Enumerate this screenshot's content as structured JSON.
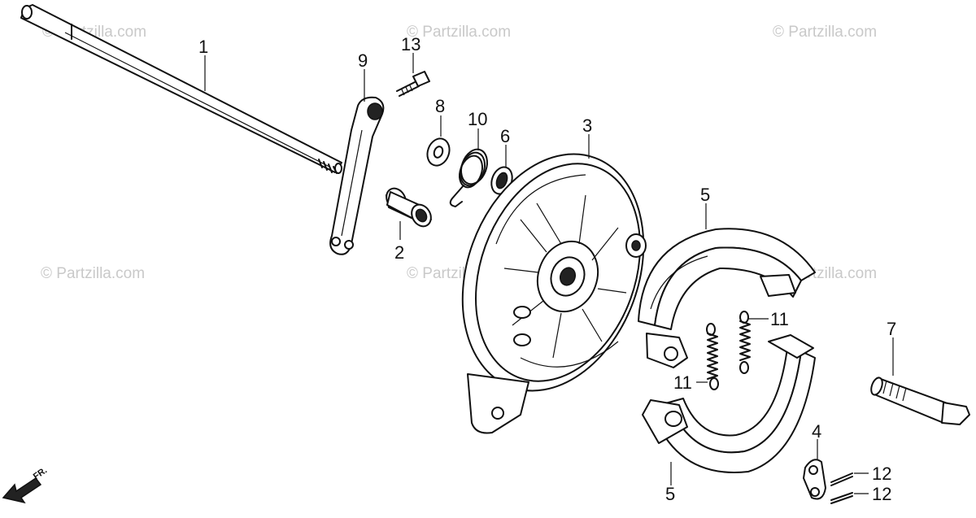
{
  "watermarks": [
    "© Partzilla.com",
    "© Partzilla.com",
    "© Partzilla.com",
    "© Partzilla.com",
    "© Partzilla.com",
    "© Partzilla.com"
  ],
  "callouts": {
    "c1": "1",
    "c9": "9",
    "c13": "13",
    "c8": "8",
    "c10": "10",
    "c6": "6",
    "c3": "3",
    "c2": "2",
    "c5a": "5",
    "c5b": "5",
    "c11a": "11",
    "c11b": "11",
    "c7": "7",
    "c4": "4",
    "c12a": "12",
    "c12b": "12"
  },
  "direction_marker": "FR."
}
